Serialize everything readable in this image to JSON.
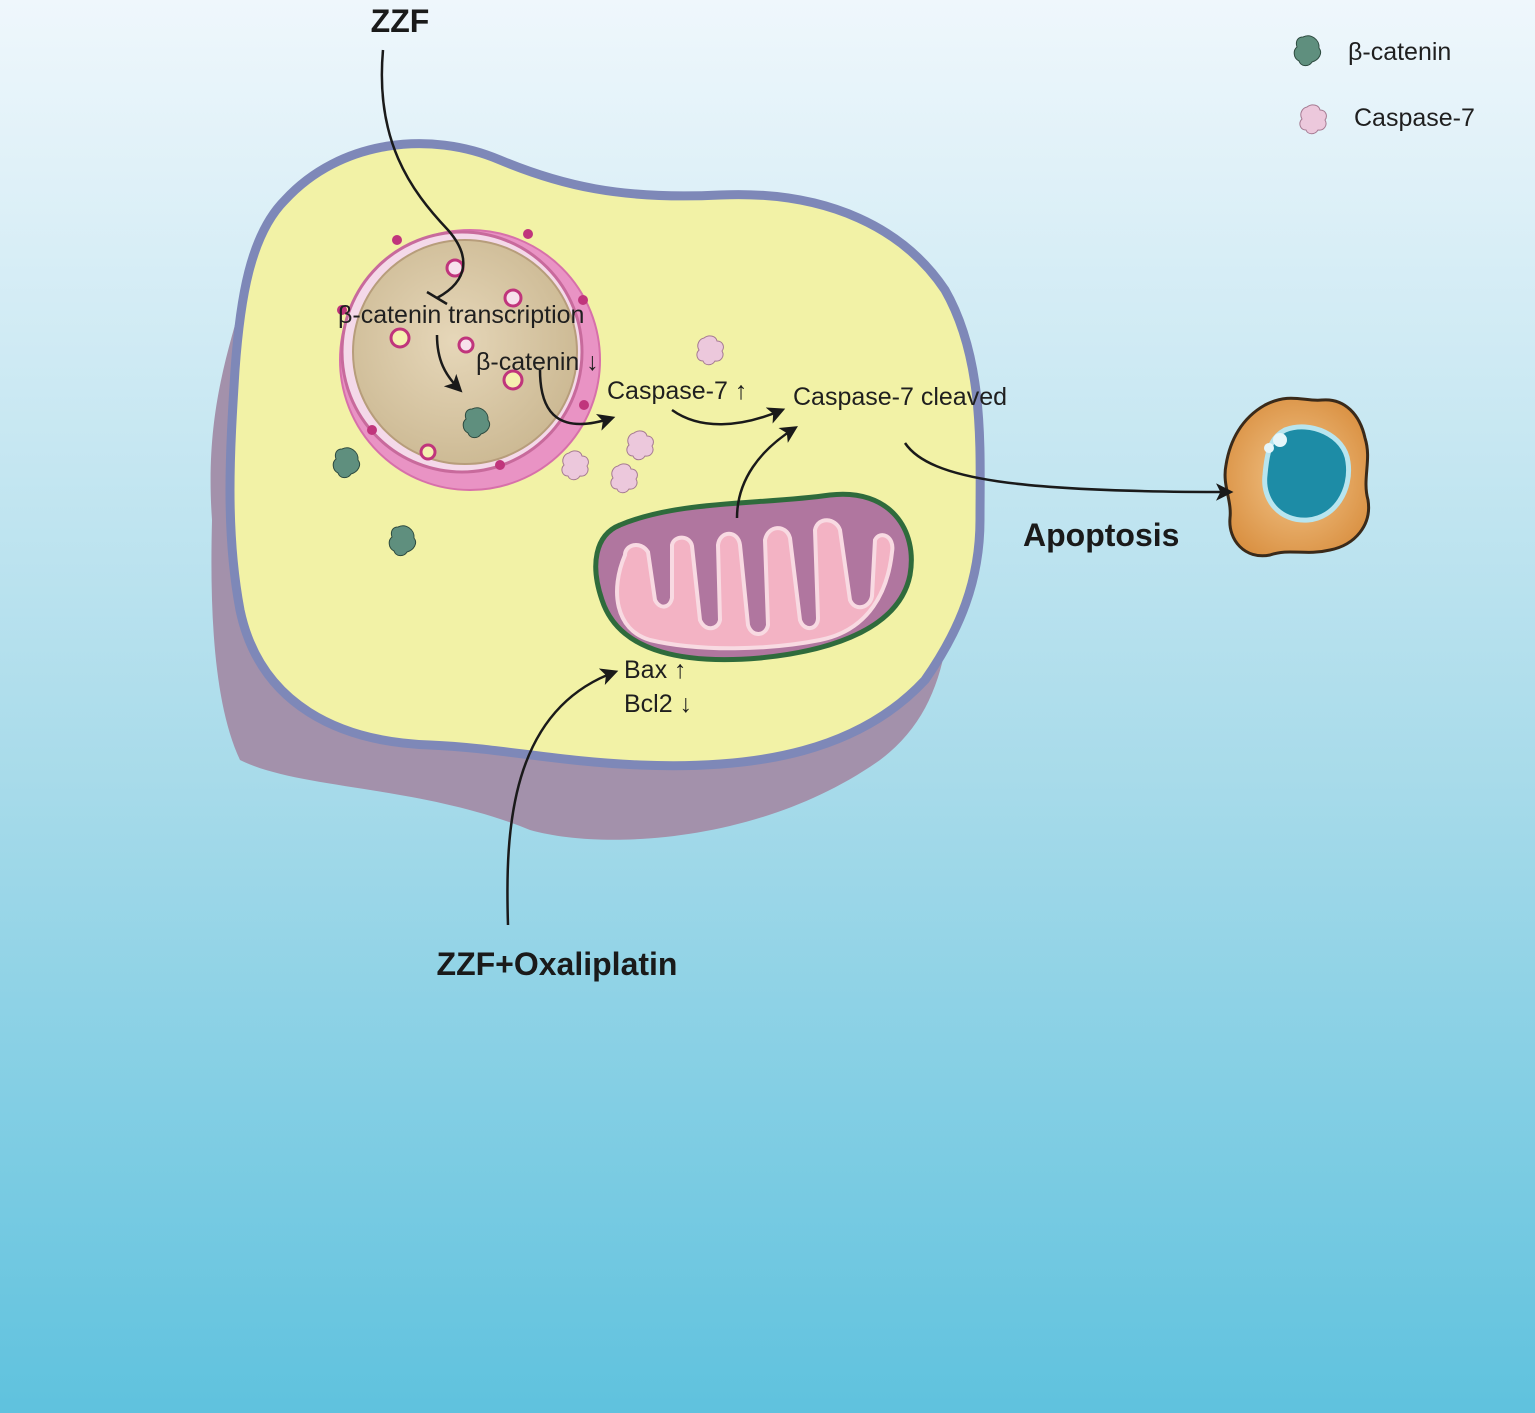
{
  "labels": {
    "zzf": "ZZF",
    "zzf_oxaliplatin": "ZZF+Oxaliplatin",
    "transcription": "β-catenin transcription",
    "beta_down": "β-catenin ↓",
    "caspase_up": "Caspase-7 ↑",
    "caspase_cleaved": "Caspase-7 cleaved",
    "apoptosis": "Apoptosis",
    "bax": "Bax ↑",
    "bcl2": "Bcl2 ↓"
  },
  "legend": {
    "beta_catenin": "β-catenin",
    "caspase7": "Caspase-7"
  },
  "colors": {
    "beta_catenin": "#5f8f7e",
    "caspase7": "#ecc8dc",
    "cytoplasm": "#f2f2a6",
    "membrane": "#7e88b8",
    "cell_shadow": "#a391ab",
    "nucleus": "#d7c6a4",
    "mitochondrion_outer": "#b0769f",
    "mitochondrion_inner": "#f3b3c4",
    "apoptotic_cell": "#e6a55a",
    "apoptotic_nucleus": "#1d8ca6"
  }
}
